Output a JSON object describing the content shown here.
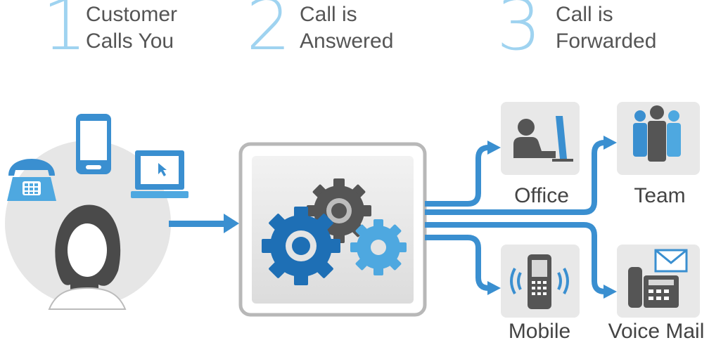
{
  "steps": [
    {
      "number": "1",
      "line1": "Customer",
      "line2": "Calls You"
    },
    {
      "number": "2",
      "line1": "Call is",
      "line2": "Answered"
    },
    {
      "number": "3",
      "line1": "Call is",
      "line2": "Forwarded"
    }
  ],
  "destinations": {
    "office": "Office",
    "team": "Team",
    "mobile": "Mobile",
    "voice_mail": "Voice Mail"
  },
  "colors": {
    "step_number": "#9fd3f0",
    "arrow": "#3a8fd0",
    "gear_dark_blue": "#1e6fb5",
    "gear_light_blue": "#4ea8e0",
    "gear_gray": "#555555",
    "icon_bg": "#e8e8e8"
  },
  "icons": [
    "desk-phone-icon",
    "smartphone-icon",
    "laptop-icon",
    "customer-avatar-icon",
    "gears-icon",
    "office-worker-icon",
    "team-icon",
    "mobile-ringing-icon",
    "voicemail-phone-icon"
  ]
}
